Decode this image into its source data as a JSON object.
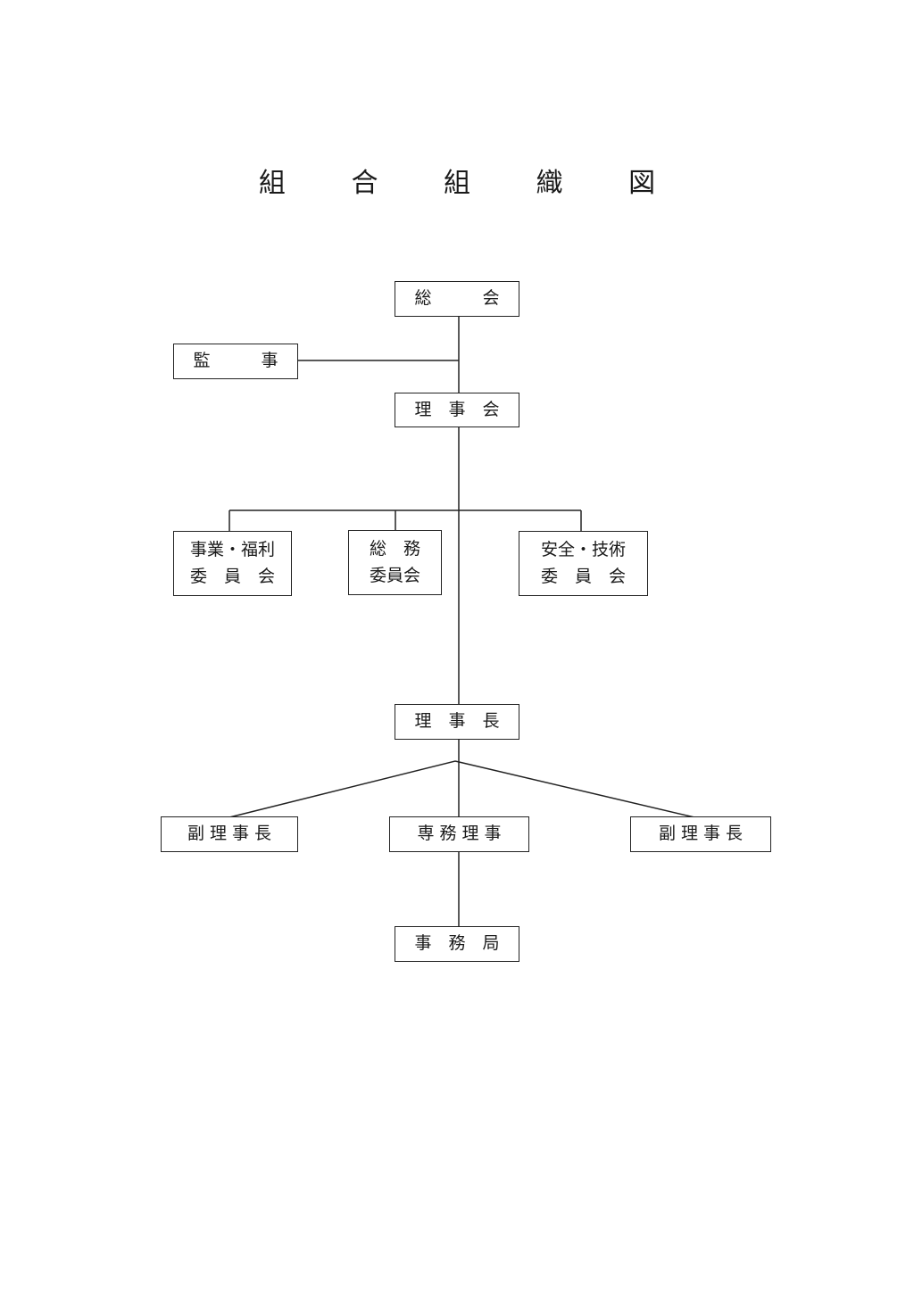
{
  "title": "組 合 組 織 図",
  "nodes": {
    "general_assembly": {
      "lines": [
        "総　　　会"
      ]
    },
    "auditor": {
      "lines": [
        "監　　　事"
      ]
    },
    "board": {
      "lines": [
        "理　事　会"
      ]
    },
    "business_welfare_committee": {
      "lines": [
        "事業・福利",
        "委　員　会"
      ]
    },
    "general_affairs_committee": {
      "lines": [
        "総　務",
        "委員会"
      ]
    },
    "safety_technology_committee": {
      "lines": [
        "安全・技術",
        "委　員　会"
      ]
    },
    "chairman": {
      "lines": [
        "理　事　長"
      ]
    },
    "vice_chairman_left": {
      "lines": [
        "副 理 事 長"
      ]
    },
    "managing_director": {
      "lines": [
        "専 務 理 事"
      ]
    },
    "vice_chairman_right": {
      "lines": [
        "副 理 事 長"
      ]
    },
    "secretariat": {
      "lines": [
        "事　務　局"
      ]
    }
  }
}
